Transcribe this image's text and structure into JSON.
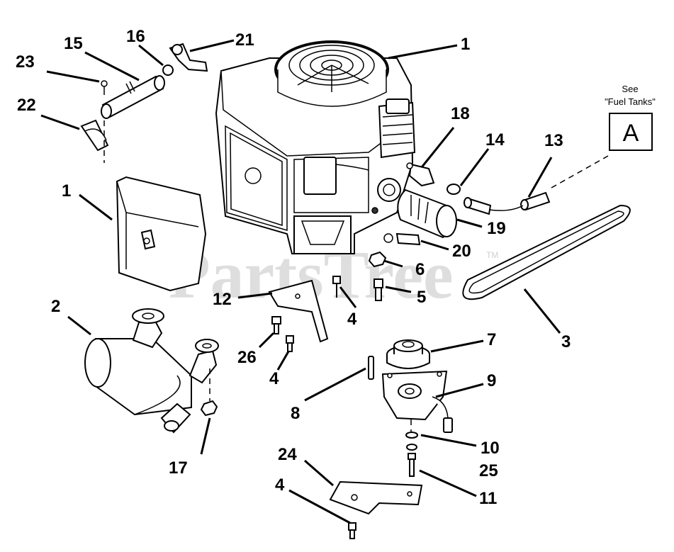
{
  "watermark": {
    "text": "PartsTree",
    "trademark": "TM"
  },
  "reference": {
    "see_text": "See",
    "target_text": "\"Fuel Tanks\"",
    "letter": "A"
  },
  "callouts": {
    "c1_top": "1",
    "c1_left": "1",
    "c2": "2",
    "c3": "3",
    "c4_a": "4",
    "c4_b": "4",
    "c4_c": "4",
    "c5": "5",
    "c6": "6",
    "c7": "7",
    "c8": "8",
    "c9": "9",
    "c10": "10",
    "c11": "11",
    "c12": "12",
    "c13": "13",
    "c14": "14",
    "c15": "15",
    "c16": "16",
    "c17": "17",
    "c18": "18",
    "c19": "19",
    "c20": "20",
    "c21": "21",
    "c22": "22",
    "c23": "23",
    "c24": "24",
    "c25": "25",
    "c26": "26"
  }
}
